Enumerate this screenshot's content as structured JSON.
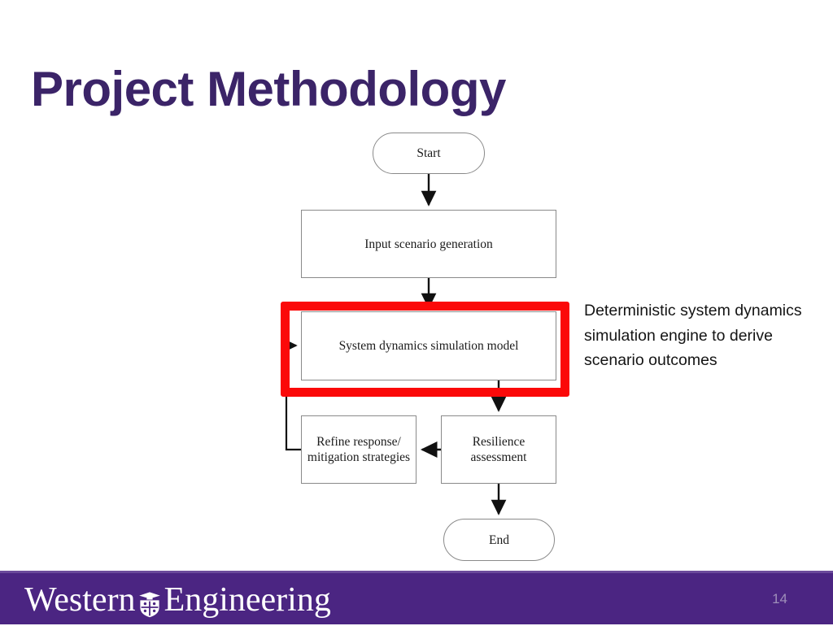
{
  "slide": {
    "title": "Project Methodology",
    "title_color": "#3b2468",
    "background": "#ffffff"
  },
  "flowchart": {
    "nodes": [
      {
        "id": "start",
        "label": "Start",
        "shape": "terminator"
      },
      {
        "id": "input",
        "label": "Input scenario generation",
        "shape": "process"
      },
      {
        "id": "sim",
        "label": "System dynamics simulation model",
        "shape": "process",
        "highlighted": true
      },
      {
        "id": "refine",
        "label": "Refine response/\nmitigation strategies",
        "shape": "process"
      },
      {
        "id": "resilience",
        "label": "Resilience\nassessment",
        "shape": "process"
      },
      {
        "id": "end",
        "label": "End",
        "shape": "terminator"
      }
    ],
    "edges": [
      {
        "from": "start",
        "to": "input",
        "direction": "down"
      },
      {
        "from": "input",
        "to": "sim",
        "direction": "down"
      },
      {
        "from": "sim",
        "to": "resilience",
        "direction": "down"
      },
      {
        "from": "resilience",
        "to": "refine",
        "direction": "left"
      },
      {
        "from": "resilience",
        "to": "end",
        "direction": "down"
      },
      {
        "from": "refine",
        "to": "sim",
        "direction": "feedback-left-up"
      }
    ],
    "highlight_color": "#fb0909"
  },
  "annotation": {
    "text": "Deterministic system dynamics simulation engine to derive scenario outcomes"
  },
  "footer": {
    "brand_first": "Western",
    "brand_second": "Engineering",
    "crest_icon": "shield-crest-icon",
    "page_number": "14",
    "background": "#4b2582"
  }
}
